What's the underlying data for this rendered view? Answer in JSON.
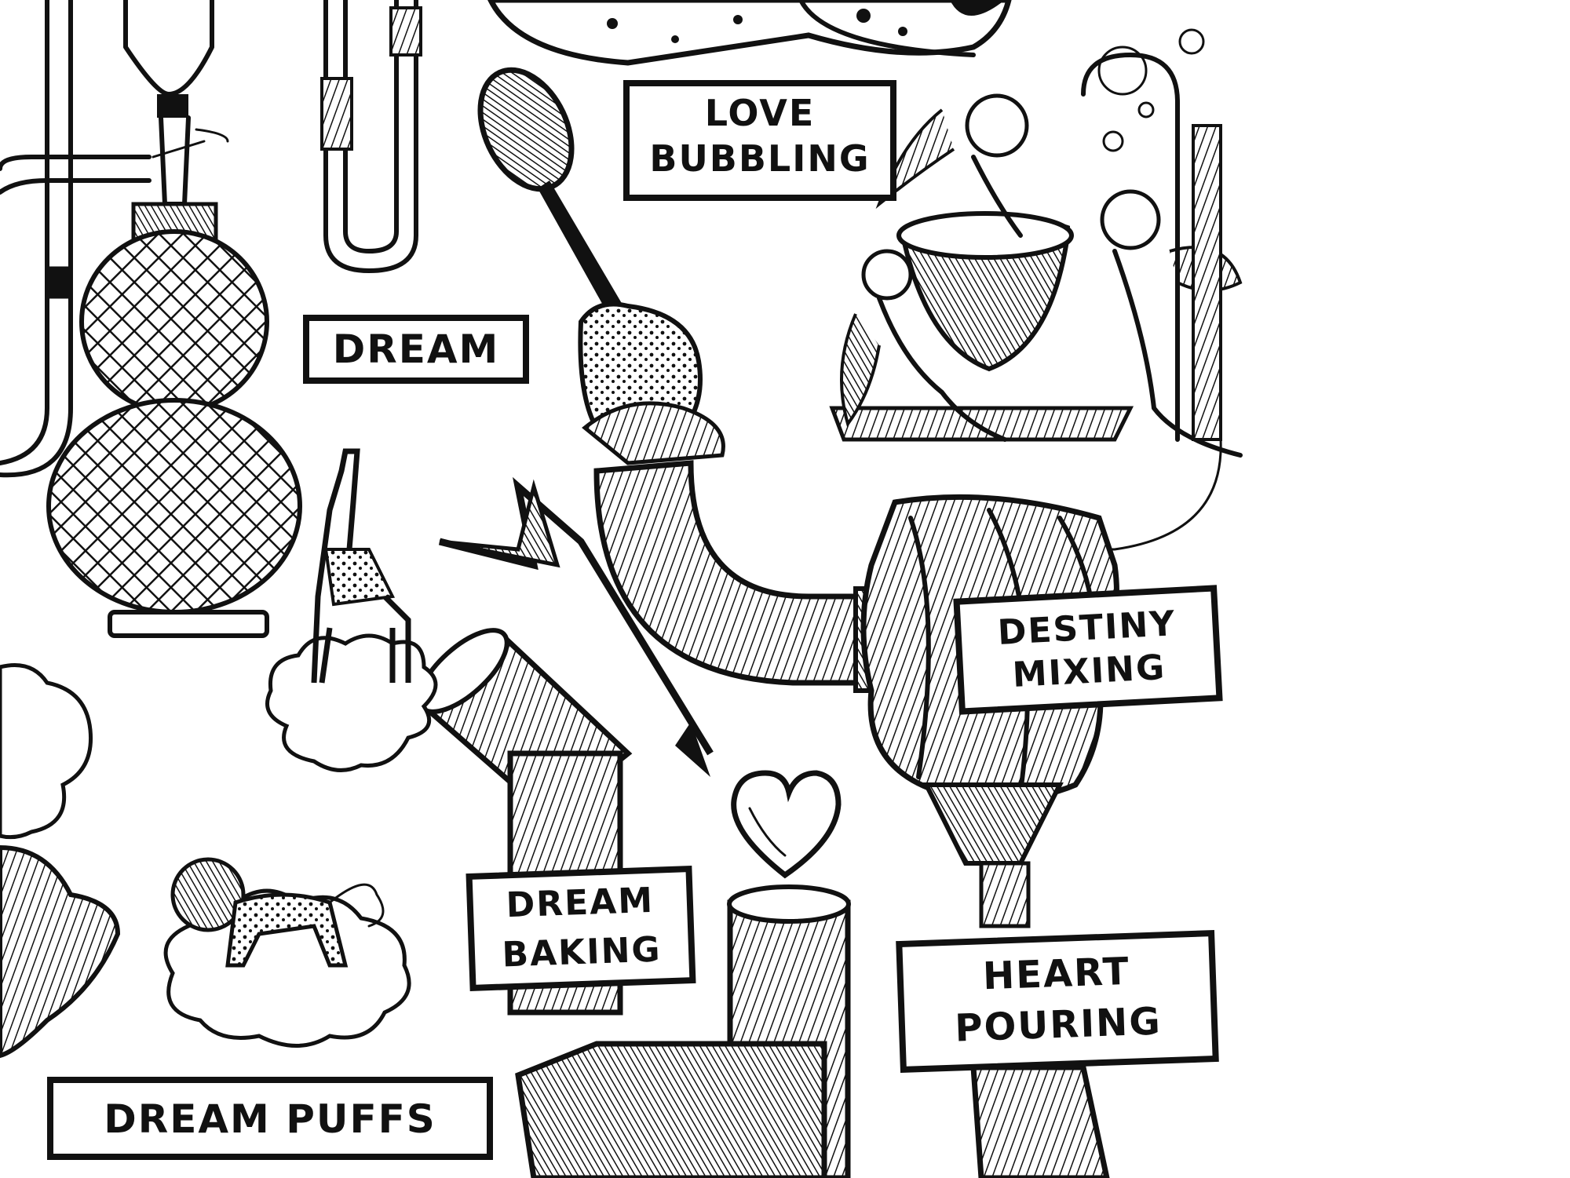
{
  "labels": {
    "love_bubbling": [
      "LOVE",
      "BUBBLING"
    ],
    "dream": "DREAM",
    "destiny_mixing": [
      "DESTINY",
      "MIXING"
    ],
    "dream_baking": [
      "DREAM",
      "BAKING"
    ],
    "heart_pouring": [
      "HEART",
      "POURING"
    ],
    "dream_puffs": "DREAM PUFFS"
  },
  "colors": {
    "ink": "#111111",
    "paper": "#ffffff"
  }
}
